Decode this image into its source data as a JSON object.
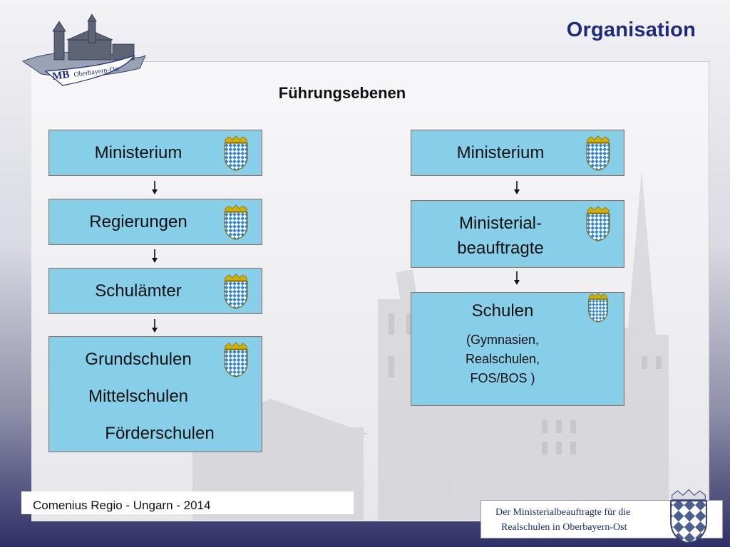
{
  "header": {
    "title": "Organisation",
    "logo_text": "Oberbayern-Ost",
    "logo_initials": "MB"
  },
  "main": {
    "subtitle": "Führungsebenen",
    "left_column": [
      {
        "label": "Ministerium"
      },
      {
        "label": "Regierungen"
      },
      {
        "label": "Schulämter"
      },
      {
        "lines": [
          "Grundschulen",
          "Mittelschulen",
          "Förderschulen"
        ]
      }
    ],
    "right_column": [
      {
        "label": "Ministerium"
      },
      {
        "lines": [
          "Ministerial-",
          "beauftragte"
        ]
      },
      {
        "label": "Schulen",
        "details": [
          "(Gymnasien,",
          "Realschulen,",
          "FOS/BOS )"
        ]
      }
    ]
  },
  "footer": {
    "left_text": "Comenius Regio  - Ungarn - 2014",
    "right_lines": [
      "Der Ministerialbeauftragte für die",
      "Realschulen in Oberbayern-Ost"
    ]
  },
  "colors": {
    "accent": "#1c2b7a",
    "box_fill": "#87cfe8",
    "crest_blue": "#3a8fd9",
    "crest_gold": "#d4b000"
  },
  "icons": [
    "bavarian-crest-icon",
    "down-arrow-icon",
    "logo-emblem"
  ]
}
